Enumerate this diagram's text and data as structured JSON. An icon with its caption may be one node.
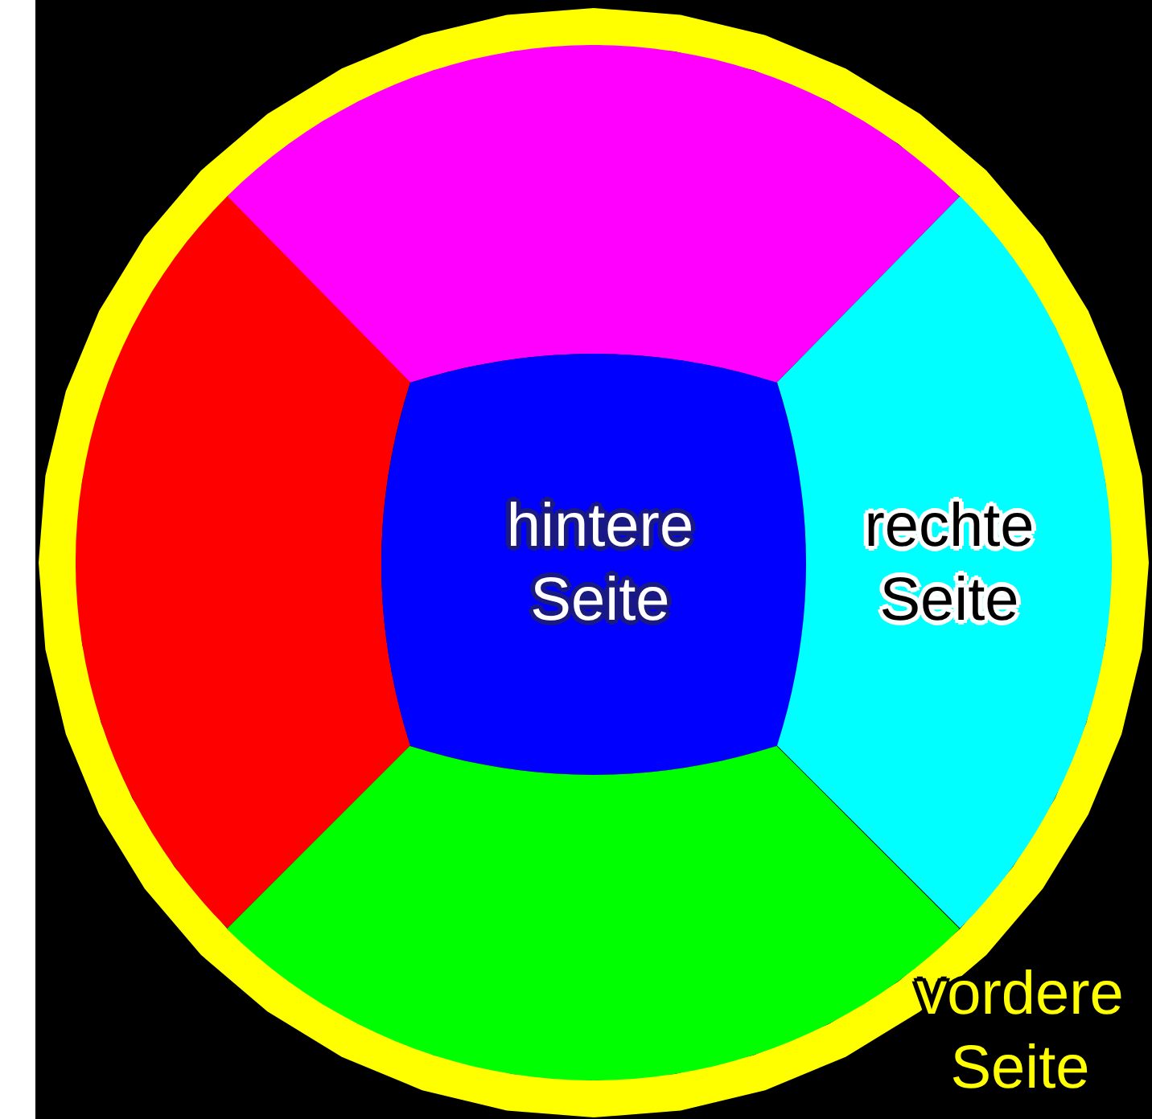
{
  "diagram": {
    "nodes": [
      {
        "text": [
          "vordere Seite"
        ]
      },
      {
        "text": [],
        "shape": "box",
        "in": 0
      },
      {
        "text": [],
        "shape": "box",
        "in": 0
      },
      {
        "text": [
          "hintere Seite"
        ],
        "in": 0
      },
      {
        "text": [
          "rechte Seite"
        ],
        "in": 0
      },
      {
        "text": [],
        "shape": "box",
        "in": 0
      }
    ]
  }
}
